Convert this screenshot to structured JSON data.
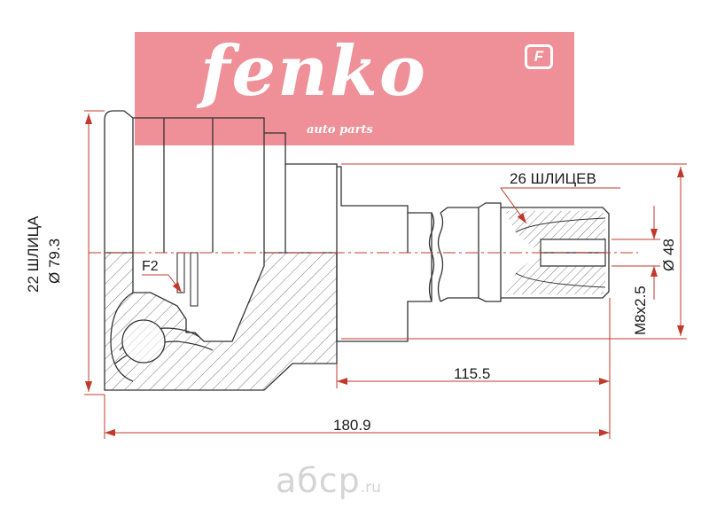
{
  "logo": {
    "brand": "fenko",
    "tagline": "auto parts",
    "badge": "F"
  },
  "dimensions": {
    "inner_splines": "22 ШЛИЦА",
    "bell_diameter": "Ø 79.3",
    "outer_splines": "26 ШЛИЦЕВ",
    "shaft_diameter": "Ø 48",
    "thread": "M8x2.5",
    "shaft_length": "115.5",
    "overall_length": "180.9",
    "clearance_note": "F2"
  },
  "watermark": {
    "site": "aбсp",
    "tld": ".ru"
  },
  "colors": {
    "dimension_lines": "#c0392b",
    "outline": "#333333",
    "hatch": "#777777",
    "logo_bg": "#ef8f97"
  }
}
